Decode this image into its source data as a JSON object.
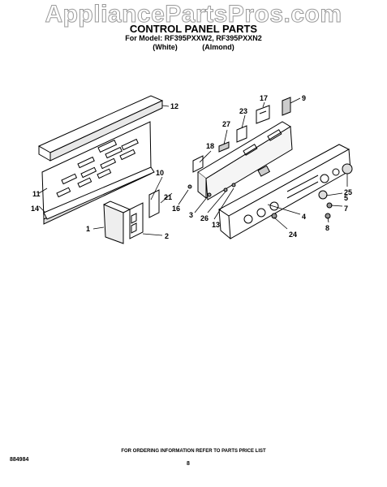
{
  "watermark": "AppliancePartsPros.com",
  "header": {
    "title": "CONTROL PANEL PARTS",
    "model_line": "For Model: RF395PXXW2, RF395PXXN2",
    "variant_white": "(White)",
    "variant_almond": "(Almond)"
  },
  "callouts": {
    "n1": "1",
    "n2": "2",
    "n3": "3",
    "n4": "4",
    "n5": "5",
    "n7": "7",
    "n8": "8",
    "n9": "9",
    "n10": "10",
    "n11": "11",
    "n12": "12",
    "n13": "13",
    "n14": "14",
    "n16": "16",
    "n17": "17",
    "n18": "18",
    "n21": "21",
    "n23": "23",
    "n24": "24",
    "n25": "25",
    "n26": "26",
    "n27": "27"
  },
  "footer": {
    "ordering_note": "FOR ORDERING INFORMATION REFER TO PARTS PRICE LIST",
    "document_id": "884984",
    "page_number": "8"
  }
}
